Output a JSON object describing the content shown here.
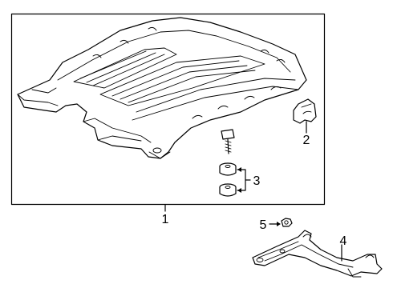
{
  "callouts": {
    "engine_cover": "1",
    "bracket": "2",
    "grommets": "3",
    "support_bracket": "4",
    "nut": "5"
  }
}
